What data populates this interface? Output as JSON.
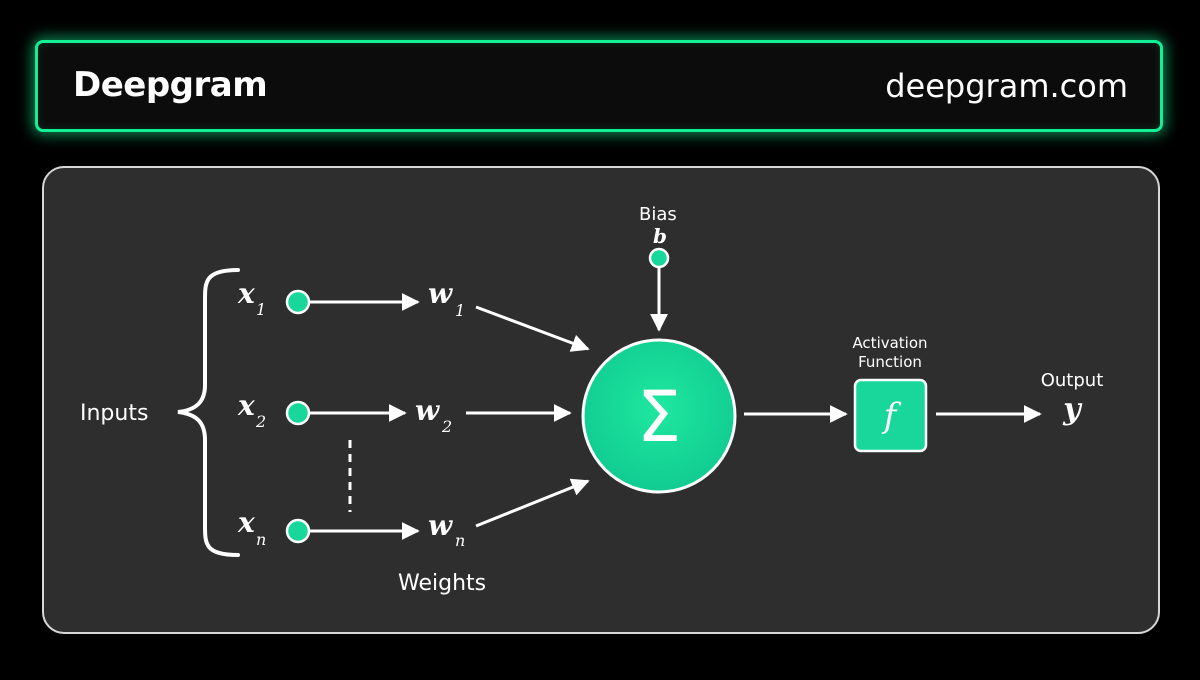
{
  "header": {
    "brand": "Deepgram",
    "site": "deepgram.com"
  },
  "diagram": {
    "inputs_label": "Inputs",
    "weights_label": "Weights",
    "bias_label": "Bias",
    "bias_symbol": "b",
    "x_symbol": "x",
    "w_symbol": "w",
    "subscripts": [
      "1",
      "2",
      "n"
    ],
    "sum_symbol": "Σ",
    "activation_label_line1": "Activation",
    "activation_label_line2": "Function",
    "activation_symbol": "f",
    "output_label": "Output",
    "output_symbol": "y"
  },
  "colors": {
    "accent": "#13ef95",
    "node_fill": "#19d79b",
    "panel": "#2e2e2e",
    "header_bg": "#0c0c0c"
  }
}
